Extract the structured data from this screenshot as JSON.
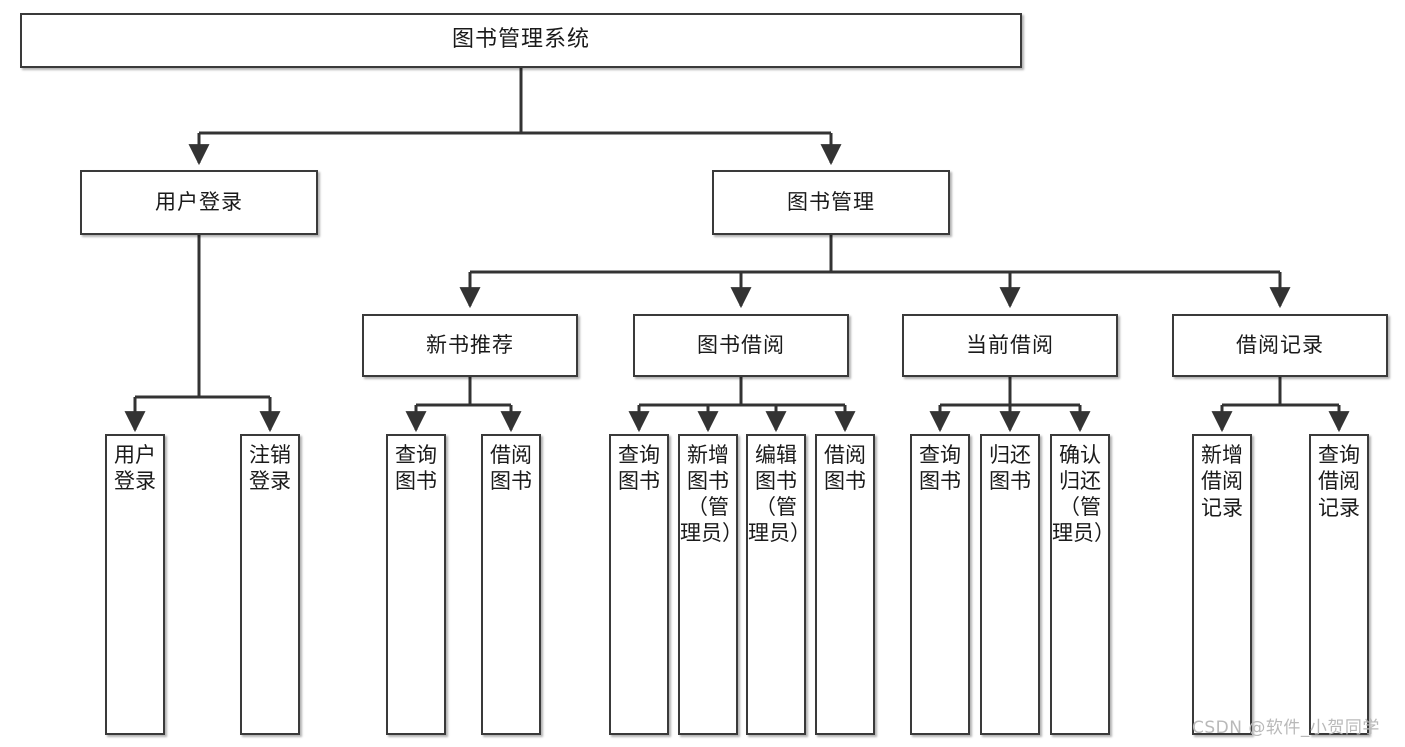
{
  "diagram": {
    "type": "tree",
    "title": "图书管理系统",
    "colors": {
      "box_border": "#3a3a3a",
      "box_fill": "#ffffff",
      "edge": "#333333",
      "text": "#1a1a1a",
      "watermark": "#b9b9b9",
      "background": "#ffffff"
    },
    "root": {
      "label": "图书管理系统"
    },
    "level2": [
      {
        "label": "用户登录"
      },
      {
        "label": "图书管理"
      }
    ],
    "level3": [
      {
        "label": "新书推荐"
      },
      {
        "label": "图书借阅"
      },
      {
        "label": "当前借阅"
      },
      {
        "label": "借阅记录"
      }
    ],
    "leaves": {
      "user_login": [
        {
          "label": "用户登录"
        },
        {
          "label": "注销登录"
        }
      ],
      "new_book_recommend": [
        {
          "label": "查询图书"
        },
        {
          "label": "借阅图书"
        }
      ],
      "book_borrow": [
        {
          "label": "查询图书"
        },
        {
          "label": "新增图书（管理员）"
        },
        {
          "label": "编辑图书（管理员）"
        },
        {
          "label": "借阅图书"
        }
      ],
      "current_borrow": [
        {
          "label": "查询图书"
        },
        {
          "label": "归还图书"
        },
        {
          "label": "确认归还（管理员）"
        }
      ],
      "borrow_record": [
        {
          "label": "新增借阅记录"
        },
        {
          "label": "查询借阅记录"
        }
      ]
    }
  },
  "watermark": {
    "text": "CSDN @软件_小贺同学"
  }
}
